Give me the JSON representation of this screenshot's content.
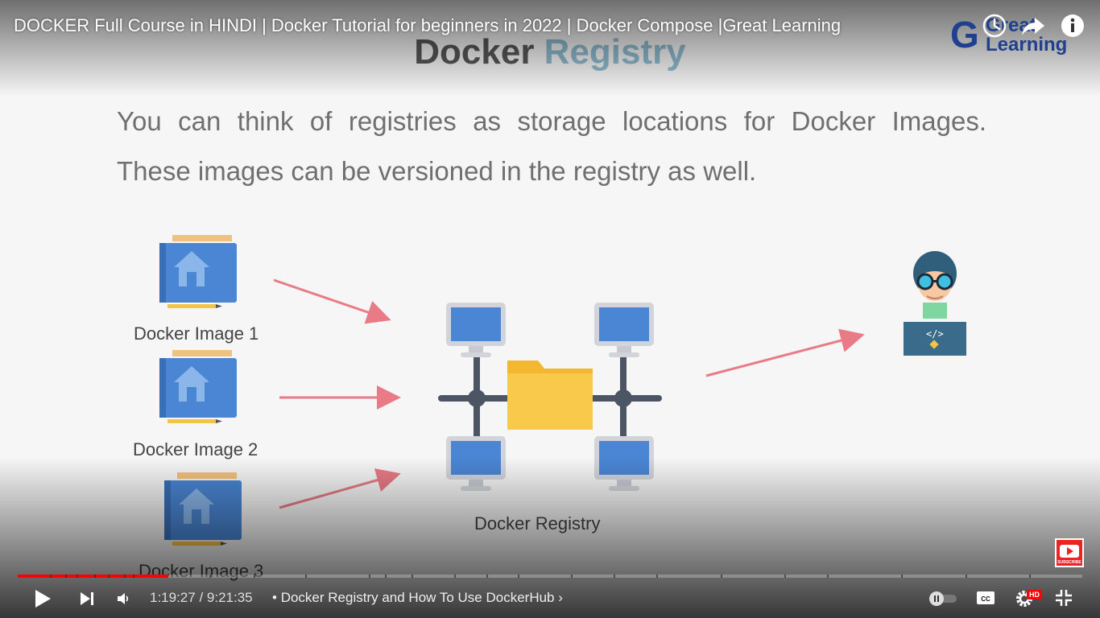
{
  "video": {
    "title": "DOCKER Full Course in HINDI | Docker Tutorial for beginners in 2022 | Docker Compose |Great Learning"
  },
  "branding": {
    "logo_line1": "Great",
    "logo_line2": "Learning",
    "logo_color": "#1f3f8f"
  },
  "slide": {
    "title_part1": "Docker",
    "title_part2": "Registry",
    "line1": "You can think of registries as storage locations for Docker Images.",
    "line2": "These images can be versioned in the registry as well.",
    "image_labels": [
      "Docker Image 1",
      "Docker Image 2",
      "Docker Image 3"
    ],
    "registry_label": "Docker Registry",
    "arrow_color": "#e87b86"
  },
  "controls": {
    "time_current": "1:19:27",
    "time_total": "9:21:35",
    "time_separator": " / ",
    "chapter_bullet": "•",
    "chapter_title": "Docker Registry and How To Use DockerHub",
    "chapter_chevron": "›",
    "hd_badge": "HD",
    "cc_label": "CC",
    "subscribe_label": "SUBSCRIBE",
    "progress_fraction": 0.1415,
    "accent_color": "#ff0000"
  }
}
